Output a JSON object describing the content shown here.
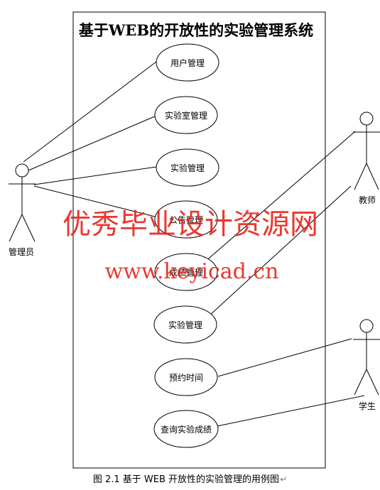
{
  "system": {
    "title": "基于WEB的开放性的实验管理系统"
  },
  "actors": {
    "admin": {
      "label": "管理员"
    },
    "teacher": {
      "label": "教师"
    },
    "student": {
      "label": "学生"
    }
  },
  "use_cases": [
    "用户管理",
    "实验室管理",
    "实验管理",
    "公告管理",
    "成绩管理",
    "实验管理",
    "预约时间",
    "查询实验成绩"
  ],
  "watermark": {
    "line1": "优秀毕业设计资源网",
    "line2": "www.keyicad.cn",
    "color": "#e8231a"
  },
  "caption": {
    "text": "图 2.1 基于 WEB 开放性的实验管理的用例图",
    "return_mark": "↵"
  }
}
